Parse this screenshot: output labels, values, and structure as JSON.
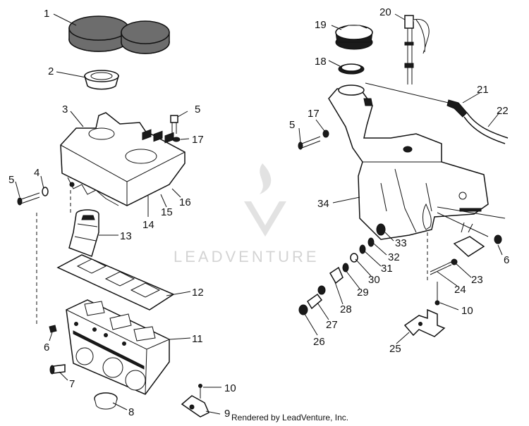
{
  "watermark": {
    "text": "LEADVENTURE"
  },
  "footer": {
    "text": "Rendered by LeadVenture, Inc."
  },
  "callouts": [
    {
      "id": "c1",
      "label": "1"
    },
    {
      "id": "c2",
      "label": "2"
    },
    {
      "id": "c3",
      "label": "3"
    },
    {
      "id": "c4",
      "label": "4"
    },
    {
      "id": "c5a",
      "label": "5"
    },
    {
      "id": "c5b",
      "label": "5"
    },
    {
      "id": "c5c",
      "label": "5"
    },
    {
      "id": "c6a",
      "label": "6"
    },
    {
      "id": "c6b",
      "label": "6"
    },
    {
      "id": "c7",
      "label": "7"
    },
    {
      "id": "c8",
      "label": "8"
    },
    {
      "id": "c9",
      "label": "9"
    },
    {
      "id": "c10a",
      "label": "10"
    },
    {
      "id": "c10b",
      "label": "10"
    },
    {
      "id": "c11",
      "label": "11"
    },
    {
      "id": "c12",
      "label": "12"
    },
    {
      "id": "c13",
      "label": "13"
    },
    {
      "id": "c14",
      "label": "14"
    },
    {
      "id": "c15",
      "label": "15"
    },
    {
      "id": "c16",
      "label": "16"
    },
    {
      "id": "c17a",
      "label": "17"
    },
    {
      "id": "c17b",
      "label": "17"
    },
    {
      "id": "c18",
      "label": "18"
    },
    {
      "id": "c19",
      "label": "19"
    },
    {
      "id": "c20",
      "label": "20"
    },
    {
      "id": "c21",
      "label": "21"
    },
    {
      "id": "c22",
      "label": "22"
    },
    {
      "id": "c23",
      "label": "23"
    },
    {
      "id": "c24",
      "label": "24"
    },
    {
      "id": "c25",
      "label": "25"
    },
    {
      "id": "c26",
      "label": "26"
    },
    {
      "id": "c27",
      "label": "27"
    },
    {
      "id": "c28",
      "label": "28"
    },
    {
      "id": "c29",
      "label": "29"
    },
    {
      "id": "c30",
      "label": "30"
    },
    {
      "id": "c31",
      "label": "31"
    },
    {
      "id": "c32",
      "label": "32"
    },
    {
      "id": "c33",
      "label": "33"
    },
    {
      "id": "c34",
      "label": "34"
    }
  ]
}
